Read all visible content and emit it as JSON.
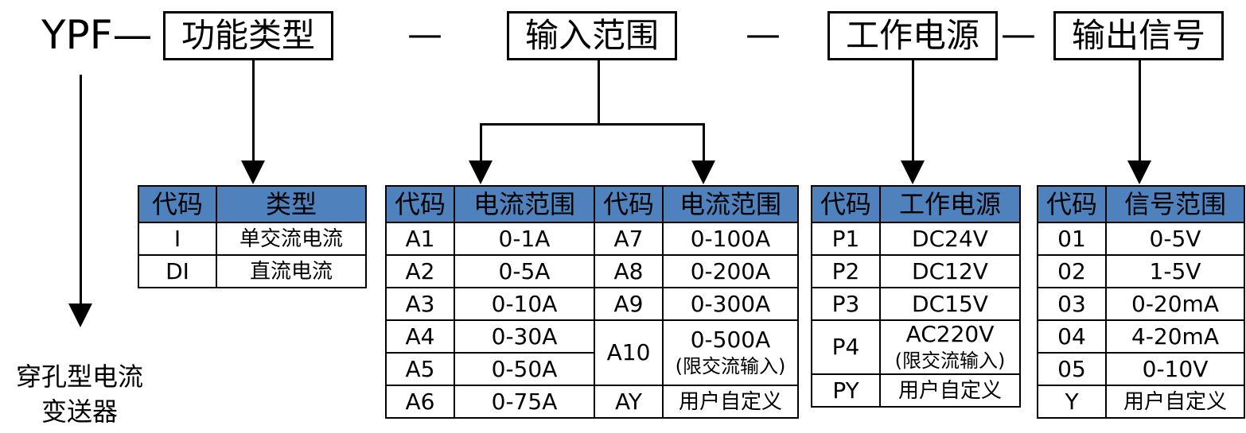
{
  "model_prefix": "YPF—",
  "separator": "—",
  "header_boxes": {
    "function_type": "功能类型",
    "input_range": "输入范围",
    "power_supply": "工作电源",
    "output_signal": "输出信号"
  },
  "product_name": [
    "穿孔型电流",
    "变送器"
  ],
  "type_table": {
    "headers": [
      "代码",
      "类型"
    ],
    "rows": [
      [
        "I",
        "单交流电流"
      ],
      [
        "DI",
        "直流电流"
      ]
    ]
  },
  "input_table": {
    "headers": [
      "代码",
      "电流范围",
      "代码",
      "电流范围"
    ],
    "left_rows": [
      [
        "A1",
        "0-1A"
      ],
      [
        "A2",
        "0-5A"
      ],
      [
        "A3",
        "0-10A"
      ],
      [
        "A4",
        "0-30A"
      ],
      [
        "A5",
        "0-50A"
      ],
      [
        "A6",
        "0-75A"
      ]
    ],
    "right_rows": [
      [
        "A7",
        "0-100A"
      ],
      [
        "A8",
        "0-200A"
      ],
      [
        "A9",
        "0-300A"
      ]
    ],
    "a10_code": "A10",
    "a10_range": "0-500A",
    "a10_note": "(限交流输入)",
    "custom_code": "AY",
    "custom_text": "用户自定义"
  },
  "power_table": {
    "headers": [
      "代码",
      "工作电源"
    ],
    "rows": [
      [
        "P1",
        "DC24V"
      ],
      [
        "P2",
        "DC12V"
      ],
      [
        "P3",
        "DC15V"
      ]
    ],
    "p4_code": "P4",
    "p4_value": "AC220V",
    "p4_note": "(限交流输入)",
    "custom_code": "PY",
    "custom_text": "用户自定义"
  },
  "output_table": {
    "headers": [
      "代码",
      "信号范围"
    ],
    "rows": [
      [
        "01",
        "0-5V"
      ],
      [
        "02",
        "1-5V"
      ],
      [
        "03",
        "0-20mA"
      ],
      [
        "04",
        "4-20mA"
      ],
      [
        "05",
        "0-10V"
      ],
      [
        "Y",
        "用户自定义"
      ]
    ]
  }
}
